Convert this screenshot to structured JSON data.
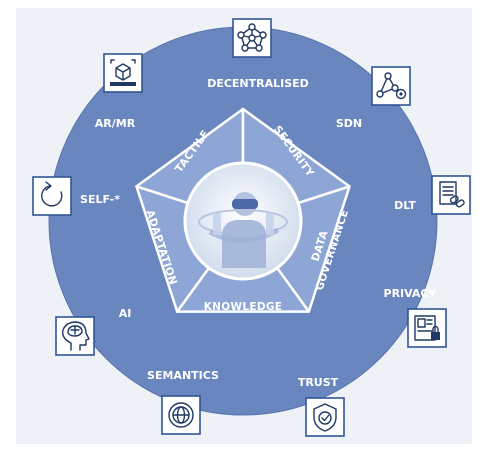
{
  "colors": {
    "outer_ring": "#6a86bf",
    "inner_ring": "#8ea6d6",
    "center": "#e3e9f5",
    "panel": "#eef1f6",
    "icon_stroke": "#2f5597"
  },
  "outer_ring": {
    "labels": [
      "DECENTRALISED",
      "SDN",
      "DLT",
      "PRIVACY",
      "TRUST",
      "SEMANTICS",
      "AI",
      "SELF-*",
      "AR/MR"
    ],
    "icons": [
      "network-nodes-icon",
      "graph-gear-icon",
      "document-chain-icon",
      "id-card-lock-icon",
      "shield-check-icon",
      "globe-network-icon",
      "brain-head-icon",
      "circular-arrow-icon",
      "ar-cube-icon"
    ]
  },
  "inner_ring": {
    "segments": [
      "TACTILE",
      "SECURITY",
      "DATA GOVERNANCE",
      "KNOWLEDGE",
      "ADAPTATION"
    ]
  },
  "center": {
    "icon": "vr-headset-user-icon"
  }
}
